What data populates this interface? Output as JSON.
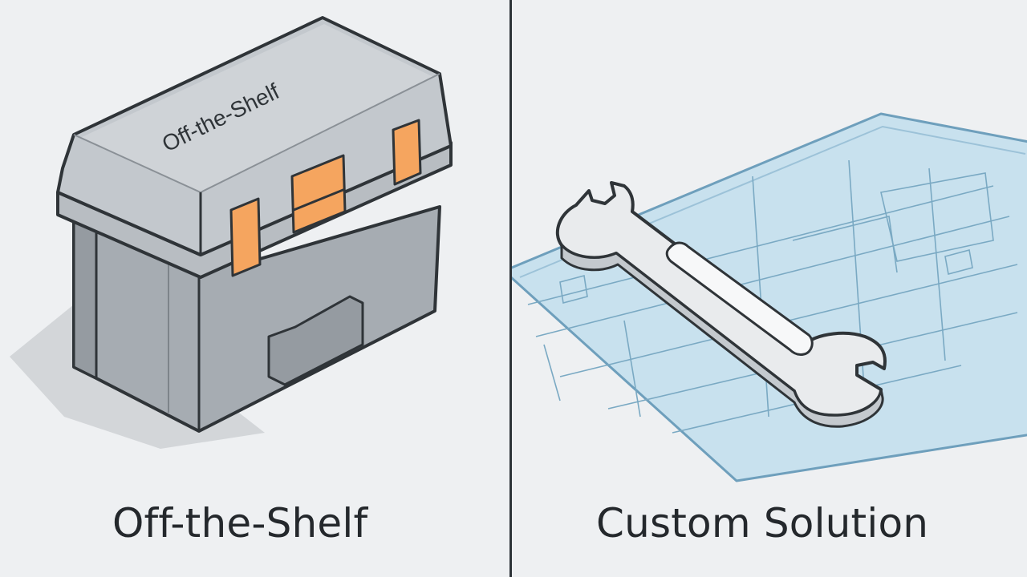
{
  "left_panel": {
    "caption": "Off-the-Shelf",
    "lid_label": "Off-the-Shelf",
    "illustration_icon": "toolbox-icon",
    "colors": {
      "box_body": "#a6acb2",
      "box_lid": "#c3c8cd",
      "latch": "#f5a55f",
      "outline": "#2f3438"
    }
  },
  "right_panel": {
    "caption": "Custom Solution",
    "illustration_icons": [
      "wrench-icon",
      "blueprint-icon"
    ],
    "colors": {
      "blueprint": "#c8e1ee",
      "blueprint_line": "#7aa9c3",
      "wrench": "#e9ebed"
    }
  },
  "background": "#eef0f2"
}
